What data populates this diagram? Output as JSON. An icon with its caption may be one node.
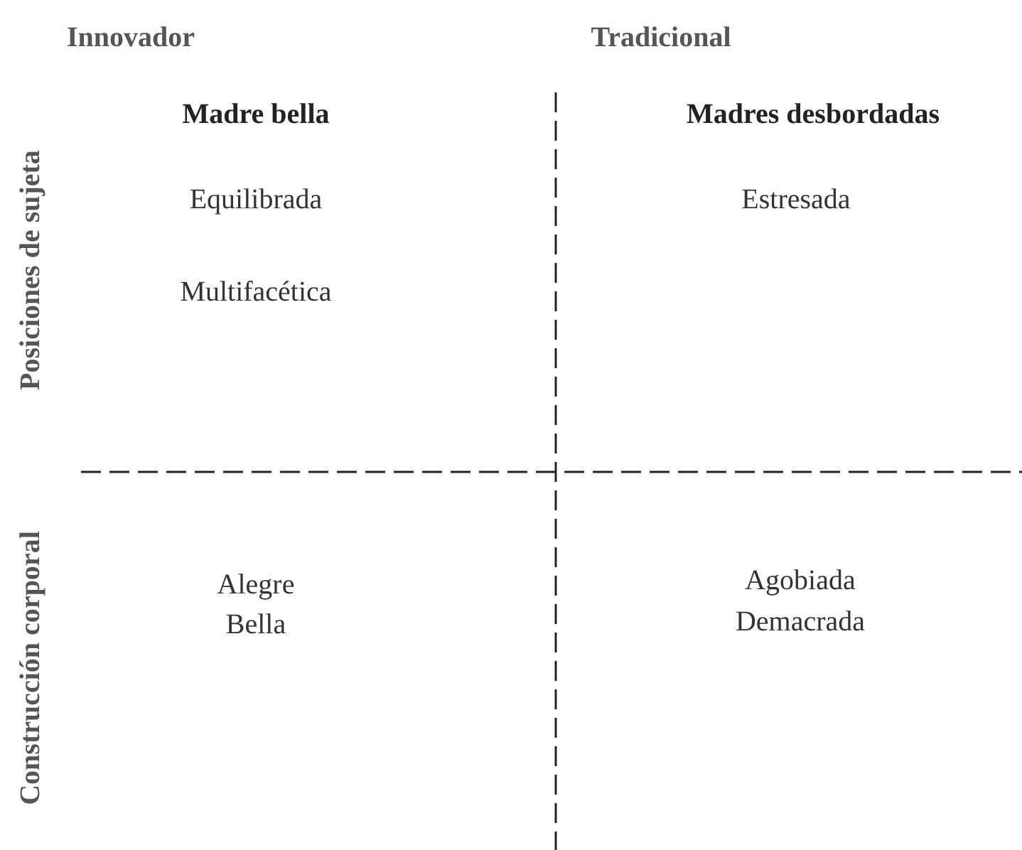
{
  "diagram": {
    "labels": [
      "Innovador",
      "Tradicional",
      "Posiciones de sujeta",
      "Madre bella",
      "Madres desbordadas",
      "Equilibrada",
      "Estresada",
      "Multifacética",
      "Construcción corporal",
      "Alegre",
      "Agobiada",
      "Bella",
      "Demacrada"
    ]
  }
}
